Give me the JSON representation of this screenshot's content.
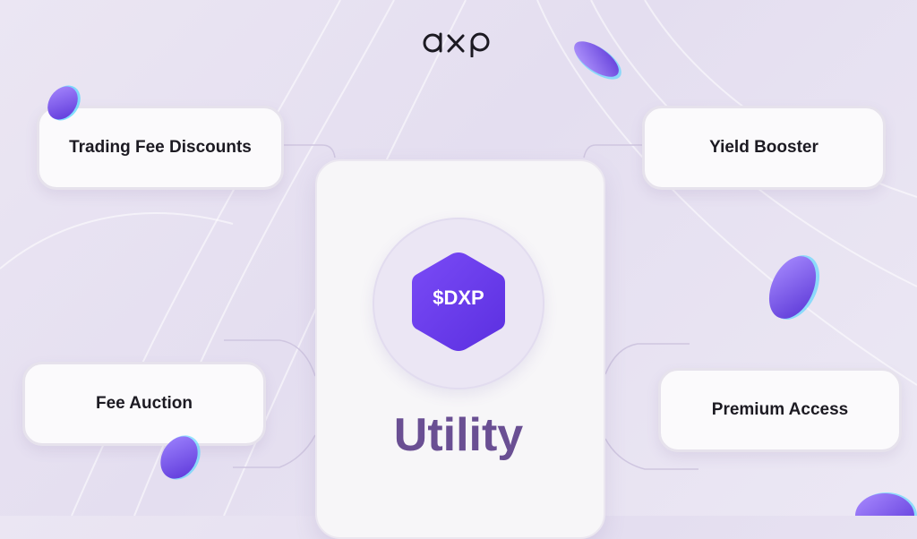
{
  "brand": {
    "logo_text": "dxp"
  },
  "center": {
    "token_label": "$DXP",
    "title": "Utility"
  },
  "features": {
    "trading_fee_discounts": "Trading Fee Discounts",
    "yield_booster": "Yield Booster",
    "fee_auction": "Fee Auction",
    "premium_access": "Premium Access"
  },
  "colors": {
    "background": "#e8e3f2",
    "accent_purple": "#6b3ff0",
    "utility_text": "#6a4f93",
    "card": "#fbfafc"
  }
}
